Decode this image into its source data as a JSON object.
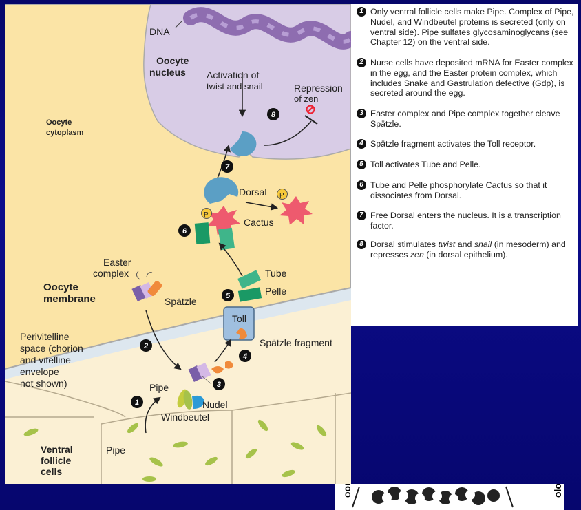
{
  "diagram": {
    "labels": {
      "dna": "DNA",
      "oocyte_nucleus": [
        "Oocyte",
        "nucleus"
      ],
      "activation": [
        "Activation of",
        "twist  and snail"
      ],
      "repression": [
        "Repression",
        "of zen"
      ],
      "oocyte_cytoplasm": [
        "Oocyte",
        "cytoplasm"
      ],
      "dorsal": "Dorsal",
      "cactus": "Cactus",
      "p_marker": "P",
      "easter_complex": [
        "Easter",
        "complex"
      ],
      "tube": "Tube",
      "pelle": "Pelle",
      "spatzle": "Spätzle",
      "oocyte_membrane": [
        "Oocyte",
        "membrane"
      ],
      "toll": "Toll",
      "spatzle_fragment": "Spätzle fragment",
      "perivitelline": [
        "Perivitelline",
        "space (chorion",
        "and vitelline",
        "envelope",
        "not shown)"
      ],
      "pipe": "Pipe",
      "nudel": "Nudel",
      "windbeutel": "Windbeutel",
      "pipe_cell": "Pipe",
      "ventral_follicle": [
        "Ventral",
        "follicle",
        "cells"
      ]
    },
    "step_numbers": [
      "1",
      "2",
      "3",
      "4",
      "5",
      "6",
      "7",
      "8"
    ],
    "colors": {
      "nucleus": "#d8cce6",
      "cytoplasm": "#fbe4a6",
      "perivitelline": "#dde7ef",
      "follicle": "#fbf0d4",
      "dna": "#8e6db0",
      "dorsal": "#5b9fc5",
      "cactus": "#ee5a6e",
      "tube_pelle": "#1a9965",
      "tube_light": "#3fb58a",
      "spatzle": "#f08a3b",
      "easter_purple": "#7a5fa8",
      "toll": "#9fbfdf",
      "nudel": "#2b9ad6",
      "pipe_green": "#c4cc3e",
      "p_yellow": "#f7c93a"
    }
  },
  "legend": {
    "items": [
      {
        "n": "1",
        "html": "Only ventral follicle cells make Pipe. Complex of Pipe, Nudel, and Windbeutel proteins is secreted (only on ventral side). Pipe sulfates glycosaminoglycans (see Chapter 12) on the ventral side."
      },
      {
        "n": "2",
        "html": "Nurse cells have deposited mRNA for Easter complex in the egg, and the Easter protein complex, which includes Snake and Gastrulation defective (Gdp), is secreted around the egg."
      },
      {
        "n": "3",
        "html": "Easter complex and Pipe complex together cleave Spätzle."
      },
      {
        "n": "4",
        "html": "Spätzle fragment activates the Toll receptor."
      },
      {
        "n": "5",
        "html": "Toll activates Tube and Pelle."
      },
      {
        "n": "6",
        "html": "Tube and Pelle phosphorylate Cactus so that it dissociates from Dorsal."
      },
      {
        "n": "7",
        "html": "Free Dorsal enters the nucleus. It is a transcription factor."
      },
      {
        "n": "8",
        "html": "Dorsal stimulates <i>twist</i> and <i>snail</i> (in mesoderm) and represses <i>zen</i> (in dorsal epithelium)."
      }
    ]
  },
  "logo": {
    "left_text": "oor",
    "right_text": "olo"
  }
}
